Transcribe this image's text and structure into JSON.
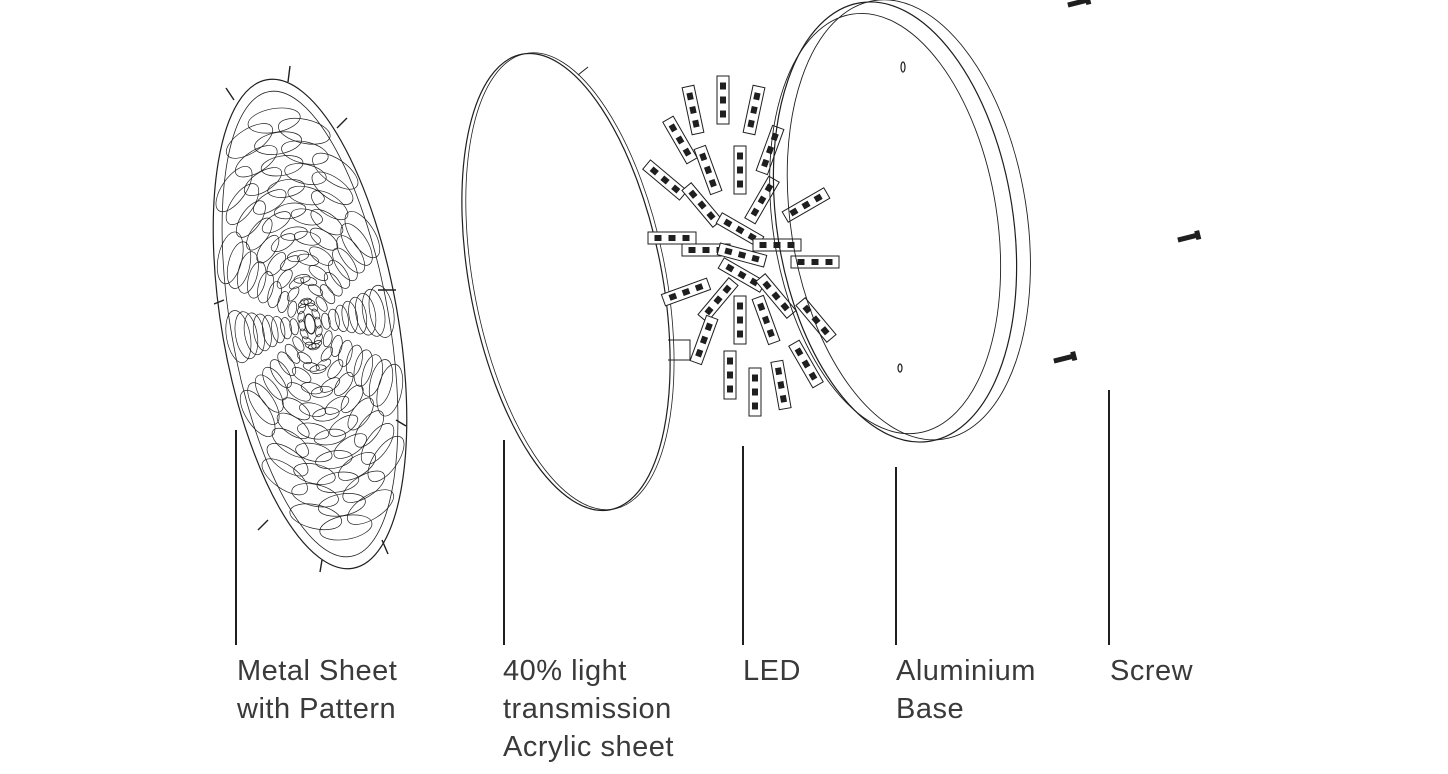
{
  "diagram": {
    "colors": {
      "line": "#1f1f1f",
      "text": "#3a3a3a",
      "background": "#ffffff"
    },
    "components": [
      {
        "id": "metal-sheet",
        "lines": [
          "Metal Sheet",
          "with Pattern"
        ]
      },
      {
        "id": "acrylic-sheet",
        "lines": [
          "40% light",
          "transmission",
          "Acrylic sheet"
        ]
      },
      {
        "id": "led",
        "lines": [
          "LED"
        ]
      },
      {
        "id": "aluminium-base",
        "lines": [
          "Aluminium",
          "Base"
        ]
      },
      {
        "id": "screw",
        "lines": [
          "Screw"
        ]
      }
    ]
  }
}
